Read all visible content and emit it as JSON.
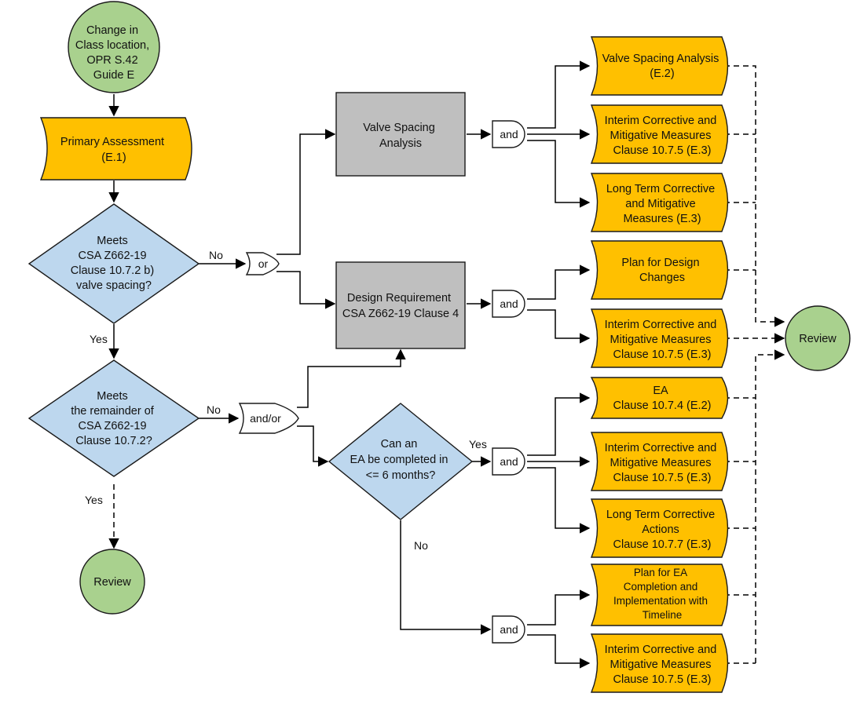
{
  "nodes": {
    "start": {
      "lines": [
        "Change in",
        "Class location,",
        "OPR S.42",
        "Guide E"
      ]
    },
    "primary": {
      "lines": [
        "Primary Assessment",
        "(E.1)"
      ]
    },
    "dec1": {
      "lines": [
        "Meets",
        "CSA Z662-19",
        "Clause 10.7.2 b)",
        "valve spacing?"
      ]
    },
    "dec2": {
      "lines": [
        "Meets",
        "the remainder of",
        "CSA Z662-19",
        "Clause 10.7.2?"
      ]
    },
    "review_left": {
      "lines": [
        "Review"
      ]
    },
    "proc_vsa": {
      "lines": [
        "Valve Spacing",
        "Analysis"
      ]
    },
    "proc_design": {
      "lines": [
        "Design Requirement",
        "CSA Z662-19 Clause 4"
      ]
    },
    "dec3": {
      "lines": [
        "Can an",
        "EA be completed in",
        "<= 6 months?"
      ]
    },
    "review_right": {
      "lines": [
        "Review"
      ]
    },
    "r1": {
      "lines": [
        "Valve Spacing Analysis",
        "(E.2)"
      ]
    },
    "r2": {
      "lines": [
        "Interim Corrective and",
        "Mitigative Measures",
        "Clause 10.7.5 (E.3)"
      ]
    },
    "r3": {
      "lines": [
        "Long Term Corrective",
        "and Mitigative",
        "Measures (E.3)"
      ]
    },
    "r4": {
      "lines": [
        "Plan for Design",
        "Changes"
      ]
    },
    "r5": {
      "lines": [
        "Interim Corrective and",
        "Mitigative Measures",
        "Clause 10.7.5 (E.3)"
      ]
    },
    "r6": {
      "lines": [
        "EA",
        "Clause 10.7.4 (E.2)"
      ]
    },
    "r7": {
      "lines": [
        "Interim Corrective and",
        "Mitigative Measures",
        "Clause 10.7.5 (E.3)"
      ]
    },
    "r8": {
      "lines": [
        "Long Term Corrective",
        "Actions",
        "Clause 10.7.7 (E.3)"
      ]
    },
    "r9": {
      "lines": [
        "Plan for EA",
        "Completion and",
        "Implementation with",
        "Timeline"
      ]
    },
    "r10": {
      "lines": [
        "Interim Corrective and",
        "Mitigative Measures",
        "Clause 10.7.5 (E.3)"
      ]
    }
  },
  "gates": {
    "or": "or",
    "andor": "and/or",
    "and1": "and",
    "and2": "and",
    "and3": "and",
    "and4": "and"
  },
  "edge_labels": {
    "dec1_no": "No",
    "dec1_yes": "Yes",
    "dec2_no": "No",
    "dec2_yes": "Yes",
    "dec3_yes": "Yes",
    "dec3_no": "No"
  },
  "colors": {
    "document": "#FFC000",
    "process": "#BFBFBF",
    "decision": "#BDD7EE",
    "terminator": "#A9D18E"
  }
}
